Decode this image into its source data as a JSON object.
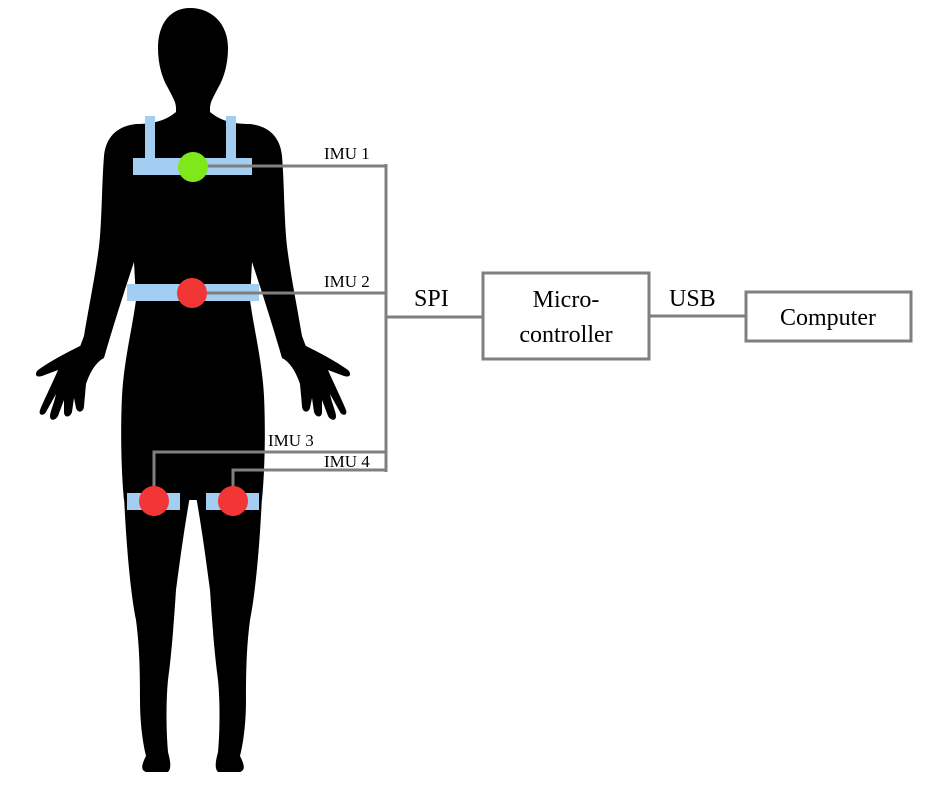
{
  "imu_labels": [
    "IMU 1",
    "IMU 2",
    "IMU 3",
    "IMU 4"
  ],
  "bus": {
    "spi": "SPI",
    "usb": "USB"
  },
  "blocks": {
    "microcontroller": [
      "Micro-",
      "controller"
    ],
    "computer": "Computer"
  },
  "colors": {
    "body": "#000000",
    "strap": "#a4cdf2",
    "imu_active": "#7ee81a",
    "imu_inactive": "#f23535",
    "wire": "#7f7f7f"
  }
}
